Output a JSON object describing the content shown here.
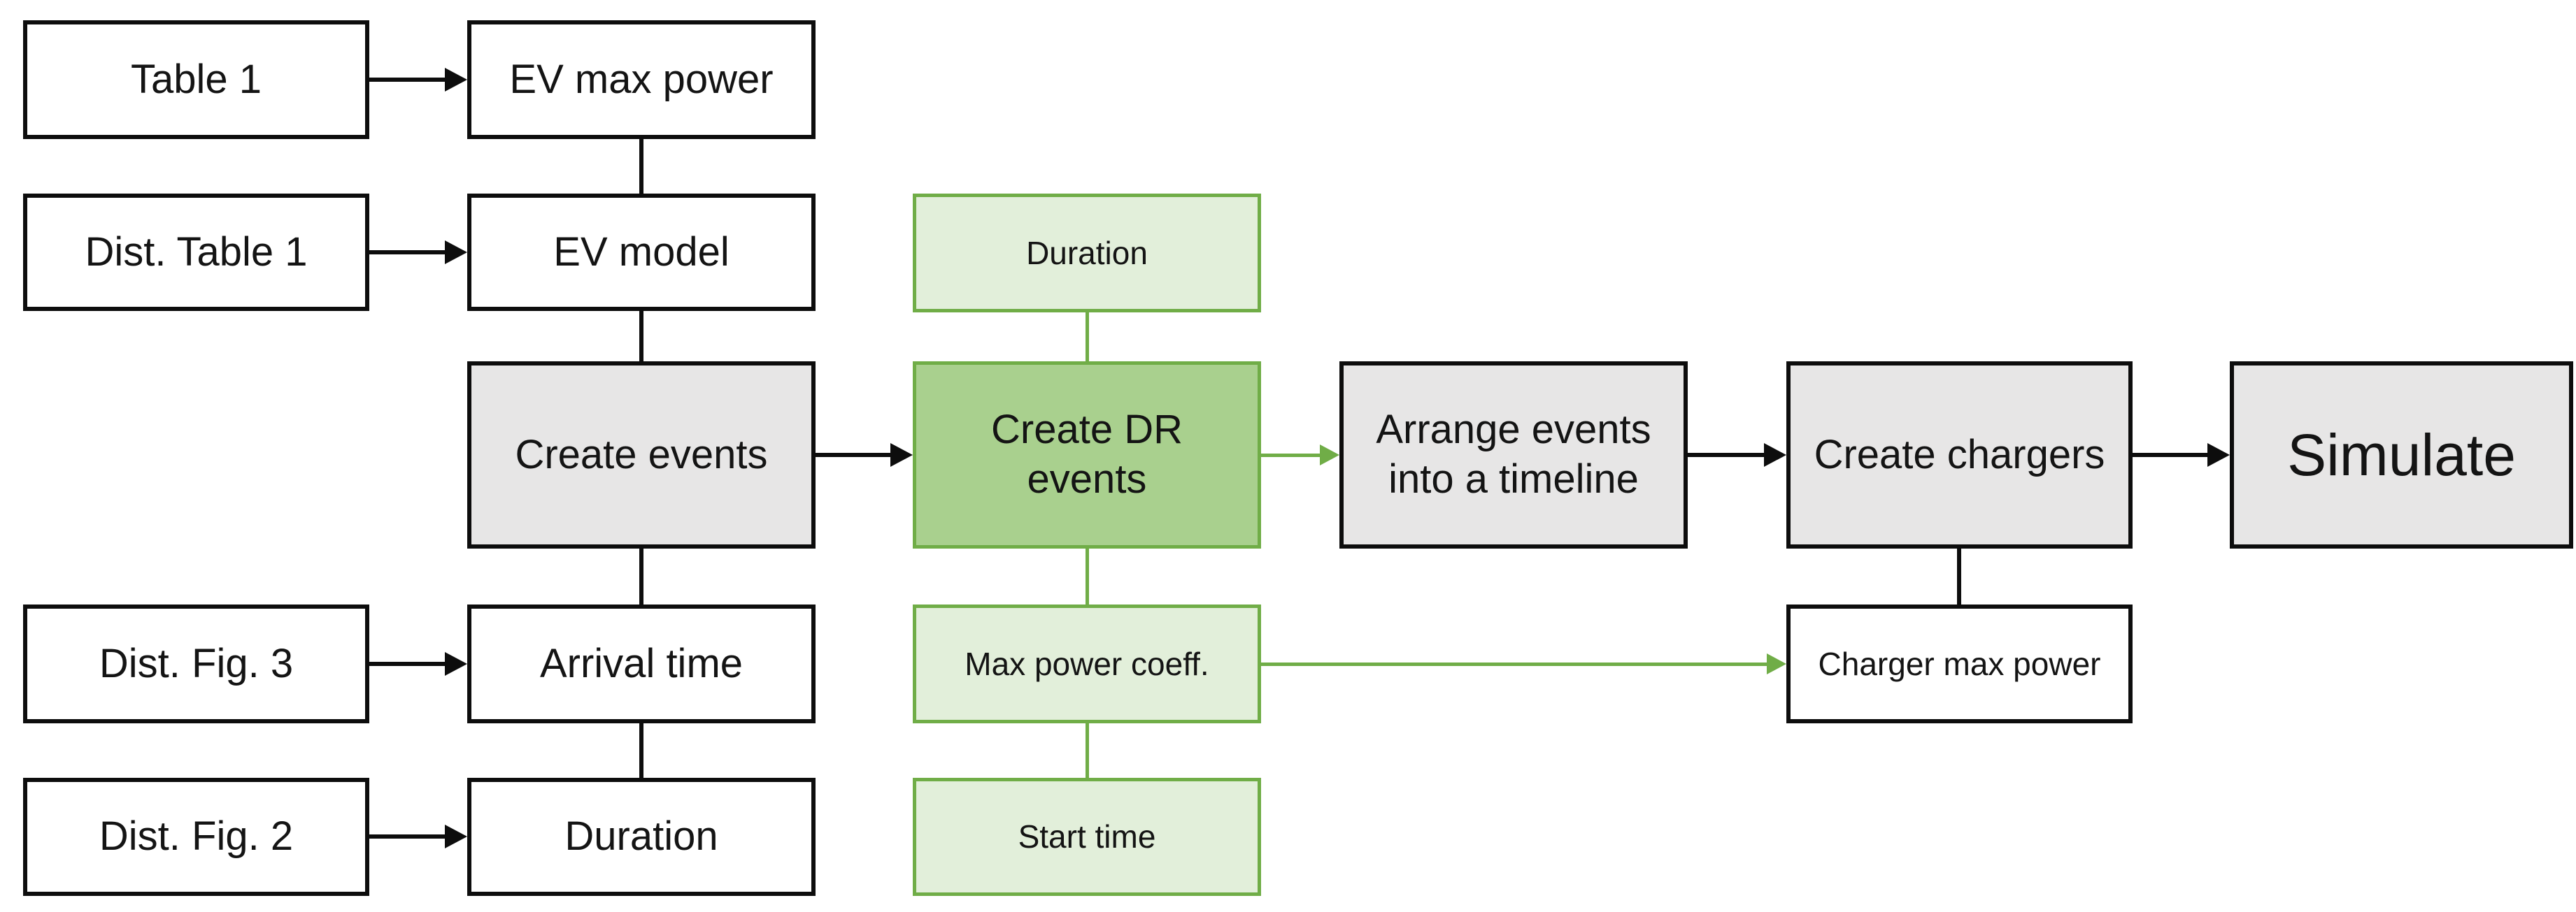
{
  "colors": {
    "background": "#ffffff",
    "black_stroke": "#0d0d0d",
    "gray_fill": "#e7e6e6",
    "white_fill": "#ffffff",
    "green_stroke": "#70ad47",
    "green_mid_fill": "#a9d08e",
    "green_light_fill": "#e2efda",
    "text": "#141414"
  },
  "nodes": {
    "table1": {
      "label": "Table 1"
    },
    "ev_max_power": {
      "label": "EV max power"
    },
    "dist_table1": {
      "label": "Dist. Table 1"
    },
    "ev_model": {
      "label": "EV model"
    },
    "create_events": {
      "label": "Create events"
    },
    "duration_input": {
      "label": "Duration"
    },
    "create_dr_events": {
      "label": "Create DR\nevents"
    },
    "max_power_coeff": {
      "label": "Max power coeff."
    },
    "start_time": {
      "label": "Start time"
    },
    "dist_fig3": {
      "label": "Dist. Fig. 3"
    },
    "arrival_time": {
      "label": "Arrival time"
    },
    "dist_fig2": {
      "label": "Dist. Fig. 2"
    },
    "duration_event": {
      "label": "Duration"
    },
    "arrange_events": {
      "label": "Arrange events\ninto a timeline"
    },
    "create_chargers": {
      "label": "Create chargers"
    },
    "simulate": {
      "label": "Simulate"
    },
    "charger_max_power": {
      "label": "Charger max power"
    }
  },
  "edges": [
    {
      "from": "Table 1",
      "to": "EV max power",
      "style": "black-arrow"
    },
    {
      "from": "Dist. Table 1",
      "to": "EV model",
      "style": "black-arrow"
    },
    {
      "from": "EV max power",
      "to": "EV model",
      "style": "black-line"
    },
    {
      "from": "EV model",
      "to": "Create events",
      "style": "black-line"
    },
    {
      "from": "Create events",
      "to": "Arrival time",
      "style": "black-line"
    },
    {
      "from": "Arrival time",
      "to": "Duration",
      "style": "black-line"
    },
    {
      "from": "Dist. Fig. 3",
      "to": "Arrival time",
      "style": "black-arrow"
    },
    {
      "from": "Dist. Fig. 2",
      "to": "Duration",
      "style": "black-arrow"
    },
    {
      "from": "Create events",
      "to": "Create DR events",
      "style": "black-arrow"
    },
    {
      "from": "Duration",
      "to": "Create DR events",
      "style": "green-line"
    },
    {
      "from": "Create DR events",
      "to": "Max power coeff.",
      "style": "green-line"
    },
    {
      "from": "Max power coeff.",
      "to": "Start time",
      "style": "green-line"
    },
    {
      "from": "Create DR events",
      "to": "Arrange events into a timeline",
      "style": "green-arrow"
    },
    {
      "from": "Max power coeff.",
      "to": "Charger max power",
      "style": "green-arrow"
    },
    {
      "from": "Arrange events into a timeline",
      "to": "Create chargers",
      "style": "black-arrow"
    },
    {
      "from": "Create chargers",
      "to": "Simulate",
      "style": "black-arrow"
    },
    {
      "from": "Create chargers",
      "to": "Charger max power",
      "style": "black-line"
    }
  ]
}
